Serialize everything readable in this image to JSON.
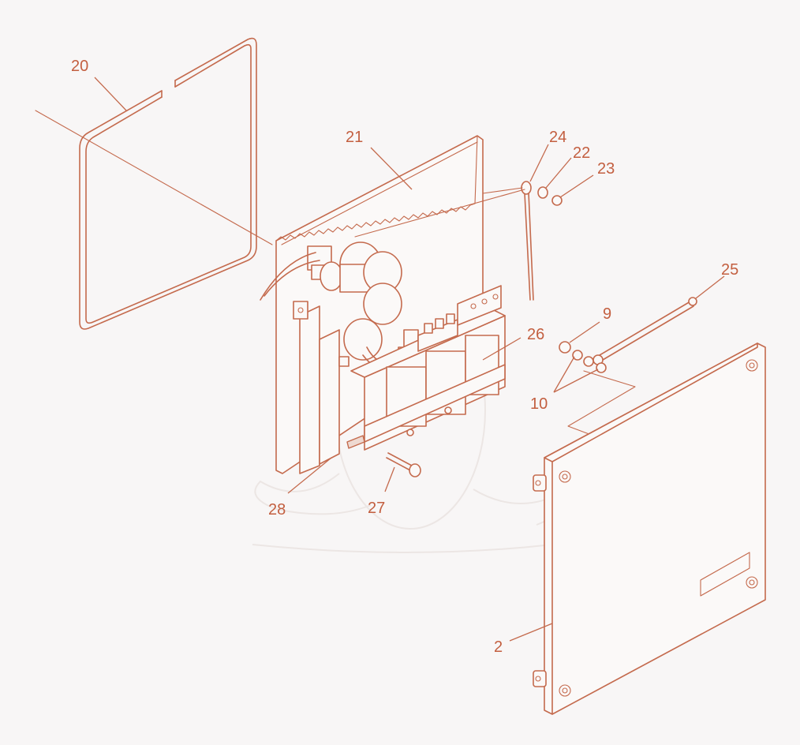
{
  "callouts": [
    {
      "id": "20",
      "text": "20"
    },
    {
      "id": "21",
      "text": "21"
    },
    {
      "id": "24",
      "text": "24"
    },
    {
      "id": "22",
      "text": "22"
    },
    {
      "id": "23",
      "text": "23"
    },
    {
      "id": "25",
      "text": "25"
    },
    {
      "id": "9",
      "text": "9"
    },
    {
      "id": "26",
      "text": "26"
    },
    {
      "id": "10",
      "text": "10"
    },
    {
      "id": "28",
      "text": "28"
    },
    {
      "id": "27",
      "text": "27"
    },
    {
      "id": "2",
      "text": "2"
    }
  ],
  "colors": {
    "line": "#c46a4d",
    "label": "#c35f40",
    "background": "#f8f6f6",
    "watermark": "#ece6e4"
  }
}
